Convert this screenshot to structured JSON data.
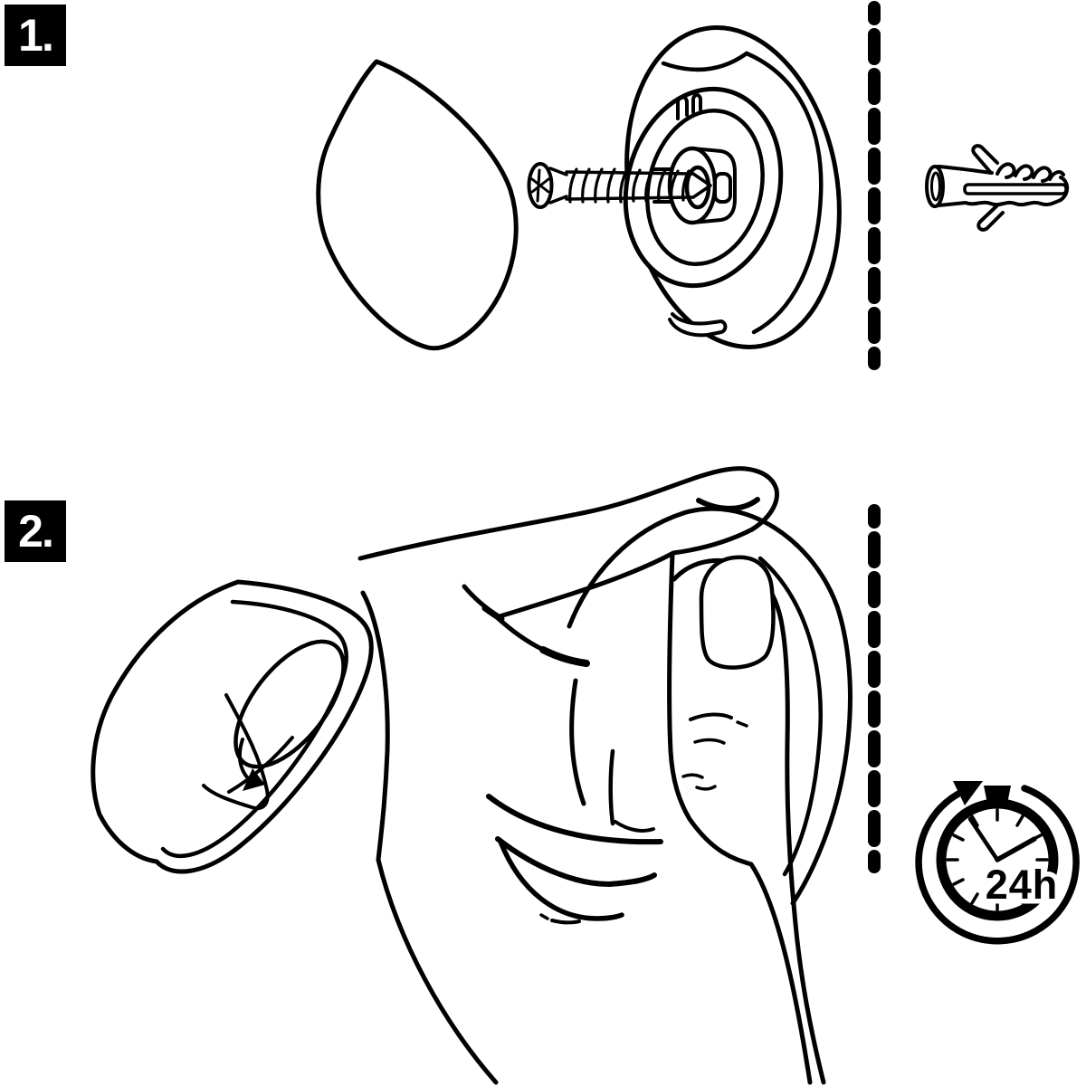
{
  "document": {
    "type": "assembly-instruction-sheet",
    "language": "pictogram-only"
  },
  "steps": [
    {
      "number": "1.",
      "icons": [
        "cover-cap",
        "mounting-screw",
        "wall-bracket",
        "dashed-divider",
        "wall-anchor-plug"
      ]
    },
    {
      "number": "2.",
      "icons": [
        "cover-with-rotation-arrow",
        "hand-twisting-cover",
        "dashed-divider",
        "timer-24h"
      ]
    }
  ],
  "timer": {
    "label": "24h"
  },
  "colors": {
    "ink": "#000000",
    "paper": "#ffffff"
  }
}
